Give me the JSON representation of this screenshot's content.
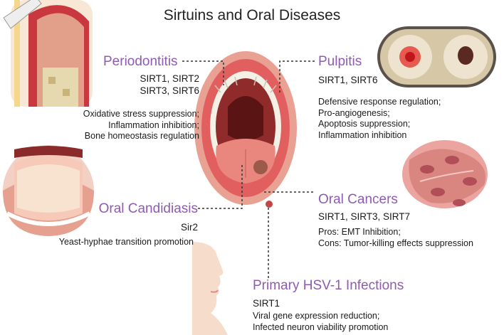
{
  "title": "Sirtuins and Oral Diseases",
  "diseases": {
    "periodontitis": {
      "name": "Periodontitis",
      "sirtuins": [
        "SIRT1, SIRT2",
        "SIRT3, SIRT6"
      ],
      "effects": [
        "Oxidative stress suppression;",
        "Inflammation inhibition;",
        "Bone homeostasis regulation"
      ]
    },
    "pulpitis": {
      "name": "Pulpitis",
      "sirtuins": [
        "SIRT1, SIRT6"
      ],
      "effects": [
        "Defensive response regulation;",
        "Pro-angiogenesis;",
        "Apoptosis suppression;",
        "Inflammation inhibition"
      ]
    },
    "oral_candidiasis": {
      "name": "Oral Candidiasis",
      "sirtuins": [
        "Sir2"
      ],
      "effects": [
        "Yeast-hyphae transition promotion"
      ]
    },
    "oral_cancers": {
      "name": "Oral Cancers",
      "sirtuins": [
        "SIRT1, SIRT3, SIRT7"
      ],
      "effects": [
        "Pros: EMT Inhibition;",
        "Cons: Tumor-killing effects suppression"
      ]
    },
    "hsv1": {
      "name": "Primary HSV-1 Infections",
      "sirtuins": [
        "SIRT1"
      ],
      "effects": [
        "Viral gene expression reduction;",
        "Infected neuron viability promotion"
      ]
    }
  },
  "colors": {
    "disease_name": "#8e5bb0",
    "connector": "#333333",
    "lip": "#e8a193",
    "gum": "#e25f5f",
    "tongue": "#e9867e",
    "tooth": "#f3f0e6"
  }
}
